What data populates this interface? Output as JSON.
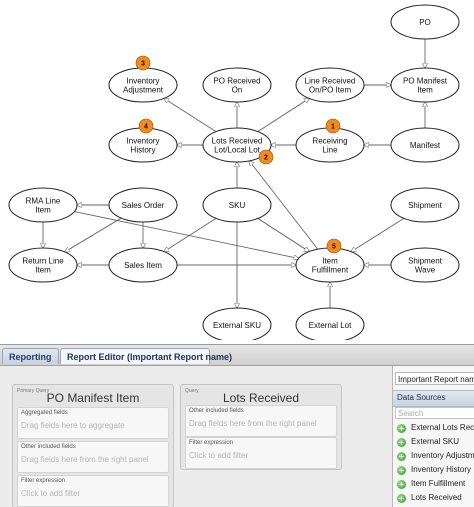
{
  "diagram": {
    "nodes": [
      {
        "id": "po",
        "lines": [
          "PO"
        ]
      },
      {
        "id": "inventory-adjustment",
        "lines": [
          "Inventory",
          "Adjustment"
        ],
        "badge": "3"
      },
      {
        "id": "po-received-on",
        "lines": [
          "PO Received",
          "On"
        ]
      },
      {
        "id": "line-received",
        "lines": [
          "Line Received",
          "On/PO Item"
        ]
      },
      {
        "id": "po-manifest-item",
        "lines": [
          "PO Manifest",
          "Item"
        ]
      },
      {
        "id": "inventory-history",
        "lines": [
          "Inventory",
          "History"
        ],
        "badge": "4"
      },
      {
        "id": "lots-received",
        "lines": [
          "Lots Received",
          "Lot/Local Lot"
        ],
        "badge": "2"
      },
      {
        "id": "receiving-line",
        "lines": [
          "Receiving",
          "Line"
        ],
        "badge": "1"
      },
      {
        "id": "manifest",
        "lines": [
          "Manifest"
        ]
      },
      {
        "id": "rma-line-item",
        "lines": [
          "RMA Line",
          "Item"
        ]
      },
      {
        "id": "sales-order",
        "lines": [
          "Sales Order"
        ]
      },
      {
        "id": "sku",
        "lines": [
          "SKU"
        ]
      },
      {
        "id": "shipment",
        "lines": [
          "Shipment"
        ]
      },
      {
        "id": "return-line-item",
        "lines": [
          "Return Line",
          "Item"
        ]
      },
      {
        "id": "sales-item",
        "lines": [
          "Sales Item"
        ]
      },
      {
        "id": "item-fulfillment",
        "lines": [
          "Item",
          "Fulfillment"
        ],
        "badge": "5"
      },
      {
        "id": "shipment-wave",
        "lines": [
          "Shipment",
          "Wave"
        ]
      },
      {
        "id": "external-sku",
        "lines": [
          "External SKU"
        ]
      },
      {
        "id": "external-lot",
        "lines": [
          "External Lot"
        ]
      }
    ],
    "edges": [
      [
        "po",
        "po-manifest-item"
      ],
      [
        "line-received",
        "po-manifest-item"
      ],
      [
        "manifest",
        "po-manifest-item"
      ],
      [
        "lots-received",
        "inventory-adjustment"
      ],
      [
        "lots-received",
        "po-received-on"
      ],
      [
        "lots-received",
        "line-received"
      ],
      [
        "lots-received",
        "inventory-history"
      ],
      [
        "manifest",
        "receiving-line"
      ],
      [
        "receiving-line",
        "lots-received"
      ],
      [
        "sku",
        "lots-received"
      ],
      [
        "sales-order",
        "rma-line-item"
      ],
      [
        "sales-order",
        "return-line-item"
      ],
      [
        "sales-order",
        "sales-item"
      ],
      [
        "rma-line-item",
        "return-line-item"
      ],
      [
        "rma-line-item",
        "item-fulfillment"
      ],
      [
        "sales-item",
        "return-line-item"
      ],
      [
        "sales-item",
        "item-fulfillment"
      ],
      [
        "sku",
        "sales-item"
      ],
      [
        "sku",
        "item-fulfillment"
      ],
      [
        "sku",
        "external-sku"
      ],
      [
        "shipment",
        "item-fulfillment"
      ],
      [
        "shipment-wave",
        "item-fulfillment"
      ],
      [
        "external-lot",
        "item-fulfillment"
      ],
      [
        "item-fulfillment",
        "lots-received"
      ]
    ]
  },
  "tabs": {
    "reporting": "Reporting",
    "editor": "Report Editor (Important Report name)"
  },
  "panels": {
    "primary": {
      "kicker": "Primary Query",
      "title": "PO Manifest Item",
      "sections": [
        {
          "title": "Aggregated fields",
          "hint": "Drag fields here to aggregate"
        },
        {
          "title": "Other included fields",
          "hint": "Drag fields here from the right panel"
        },
        {
          "title": "Filter expression",
          "hint": "Click to add filter"
        }
      ]
    },
    "query": {
      "kicker": "Query",
      "title": "Lots Received",
      "sections": [
        {
          "title": "Other included fields",
          "hint": "Drag fields here from the right panel"
        },
        {
          "title": "Filter expression",
          "hint": "Click to add filter"
        }
      ]
    }
  },
  "sidebar": {
    "report_name": "Important Report name",
    "data_sources_title": "Data Sources",
    "search_placeholder": "Search",
    "items": [
      "External Lots Received",
      "External SKU",
      "Inventory Adjustment",
      "Inventory History",
      "Item Fulfillment",
      "Lots Received"
    ]
  },
  "colors": {
    "badge": "#f28a1e",
    "edge": "#666666"
  }
}
